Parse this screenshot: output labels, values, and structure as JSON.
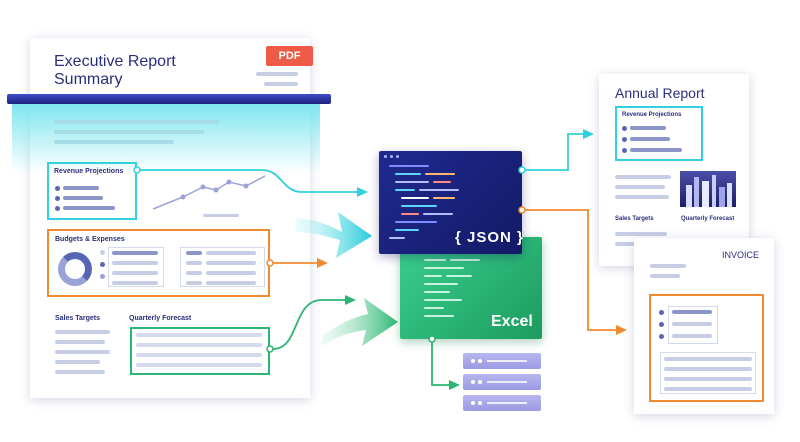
{
  "colors": {
    "navy": "#2a2f7a",
    "cyan": "#31d0dd",
    "orange": "#f08a2e",
    "green": "#2bb673",
    "pdf_red": "#ee5b47",
    "json_blue": "#1a2280",
    "server_purple": "#a9a7ea"
  },
  "source_document": {
    "title_line1": "Executive Report",
    "title_line2": "Summary",
    "badge": "PDF",
    "sections": {
      "revenue": "Revenue Projections",
      "budgets": "Budgets & Expenses",
      "sales": "Sales Targets",
      "forecast": "Quarterly Forecast"
    }
  },
  "outputs": {
    "json_label": "{ JSON }",
    "excel_label": "Excel",
    "server_icon": "database-stack-icon"
  },
  "annual_report": {
    "title": "Annual Report",
    "revenue": "Revenue Projections",
    "sales": "Sales Targets",
    "forecast": "Quarterly Forecast",
    "photo_icon": "city-skyline-image"
  },
  "invoice": {
    "title": "INVOICE"
  }
}
